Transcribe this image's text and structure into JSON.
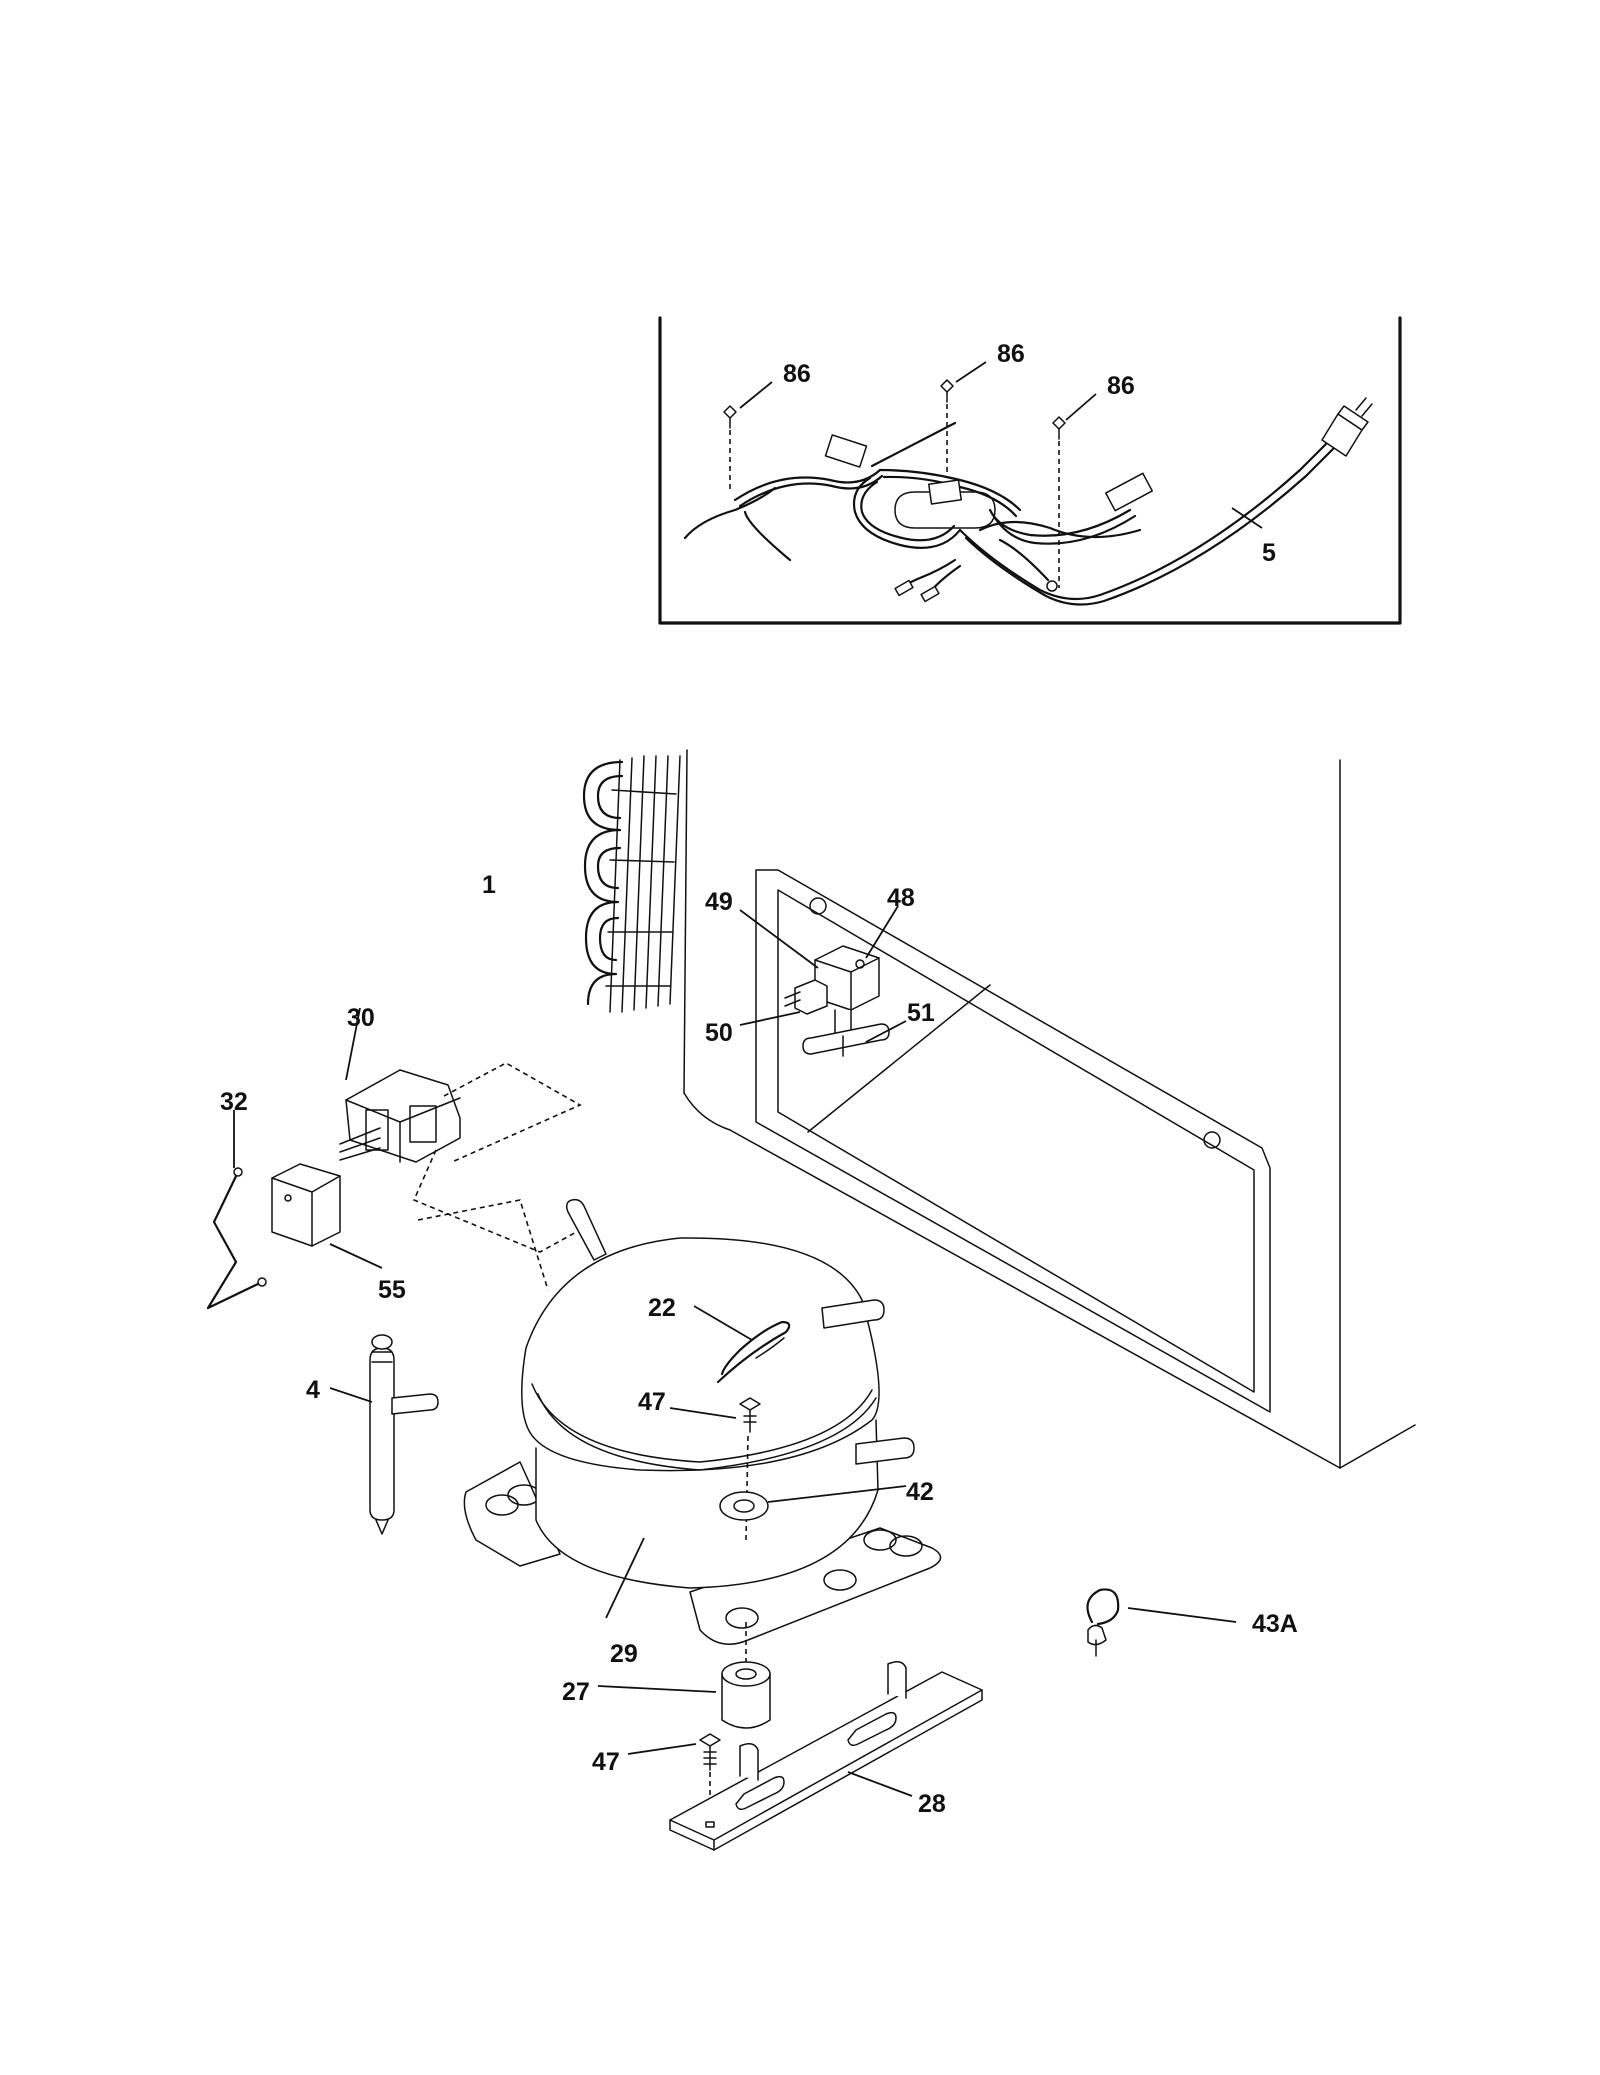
{
  "diagram": {
    "callouts": {
      "inset_screw_left": "86",
      "inset_screw_mid": "86",
      "inset_screw_right": "86",
      "wire_harness": "5",
      "condenser": "1",
      "relay_cover": "30",
      "relay": "55",
      "clip_wire": "32",
      "drier": "4",
      "valve_bracket": "49",
      "solenoid_valve": "48",
      "valve_coil": "50",
      "valve_fitting": "51",
      "clip": "22",
      "screw_upper": "47",
      "grommet_washer": "42",
      "compressor": "29",
      "grommet": "27",
      "screw_lower": "47",
      "mount_rail": "28",
      "tube_clamp": "43A"
    }
  }
}
